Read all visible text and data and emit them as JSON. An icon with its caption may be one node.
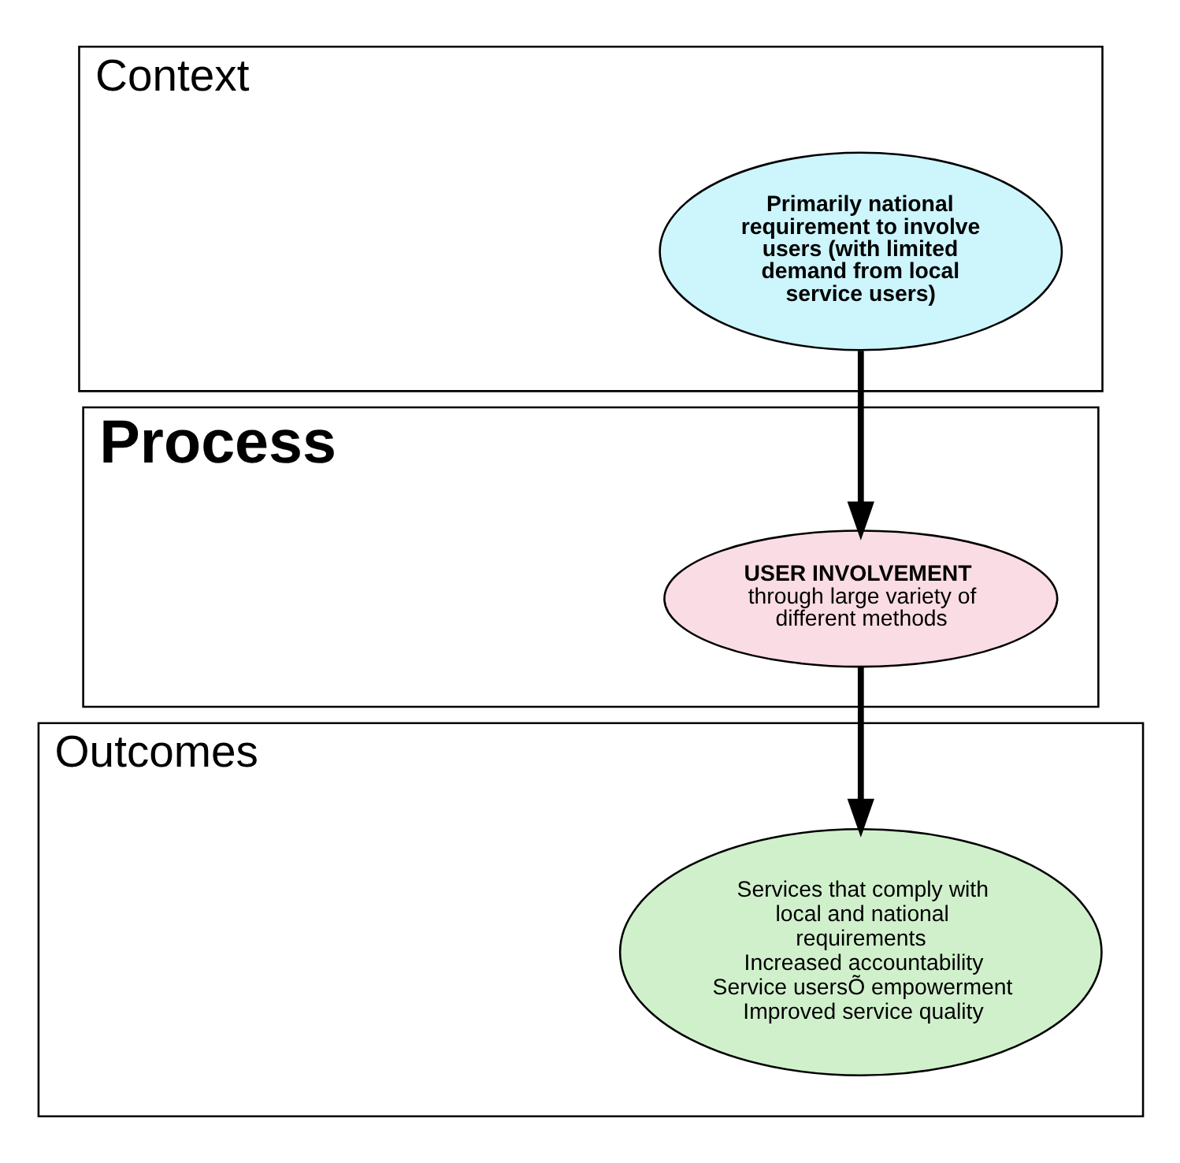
{
  "diagram": {
    "nodes": [
      {
        "text": [
          "Context"
        ]
      },
      {
        "text": [
          "Primarily national requirement to involve users (with limited demand from local service users)"
        ],
        "in": 0
      },
      {
        "text": [
          "Process"
        ]
      },
      {
        "text": [
          "USER INVOLVEMENT",
          "through large variety of different methods"
        ],
        "in": 2
      },
      {
        "text": [
          "Outcomes"
        ]
      },
      {
        "text": [
          "Services that comply with local and national requirements",
          "Increased accountability",
          "Service usersÕ empowerment",
          "Improved service quality"
        ],
        "in": 4
      }
    ],
    "edges": [
      {
        "from": 1,
        "to": 3,
        "arrow": "to"
      },
      {
        "from": 3,
        "to": 5,
        "arrow": "to"
      }
    ]
  }
}
